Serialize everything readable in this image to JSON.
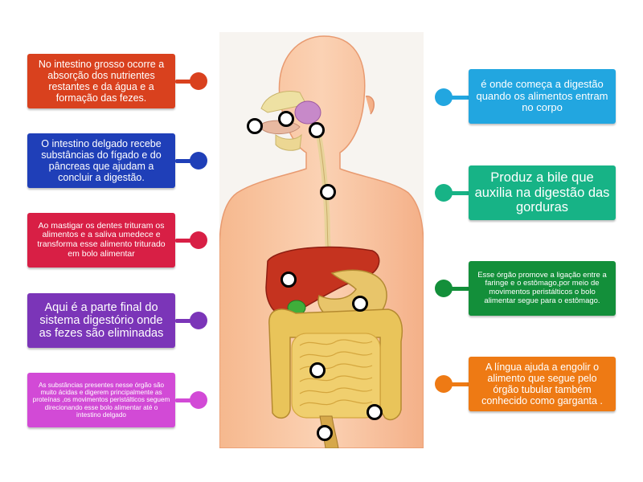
{
  "colors": {
    "red_orange": "#d9411e",
    "blue_dark": "#1f3fb8",
    "crimson": "#d81f45",
    "purple": "#7b35b8",
    "pink": "#d24ad6",
    "light_blue": "#22a6e0",
    "teal": "#17b386",
    "green": "#138f3a",
    "orange": "#ee7a14",
    "background": "#ffffff"
  },
  "labels": {
    "left": [
      {
        "text": "No intestino grosso ocorre a absorção dos nutrientes restantes e da água e a formação das fezes.",
        "color": "red_orange"
      },
      {
        "text": "O intestino delgado recebe substâncias do fígado e do pâncreas que ajudam a concluir a digestão.",
        "color": "blue_dark"
      },
      {
        "text": "Ao mastigar os dentes trituram os alimentos e a saliva umedece e transforma esse alimento triturado em bolo alimentar",
        "color": "crimson"
      },
      {
        "text": "Aqui é a parte final do sistema digestório onde as fezes são eliminadas",
        "color": "purple"
      },
      {
        "text": "As substâncias presentes nesse órgão são muito ácidas e digerem principalmente as proteínas ,os movimentos peristálticos seguem direcionando esse bolo alimentar até o intestino delgado",
        "color": "pink"
      }
    ],
    "right": [
      {
        "text": "é onde começa a digestão quando os alimentos entram no corpo",
        "color": "light_blue"
      },
      {
        "text": "Produz a bile que auxilia na digestão das gorduras",
        "color": "teal"
      },
      {
        "text": "Esse órgão promove a ligação entre a faringe e o estômago,por meio de movimentos peristálticos o bolo alimentar segue para o estômago.",
        "color": "green"
      },
      {
        "text": "A língua ajuda a engolir o alimento que segue pelo órgão tubular também conhecido como garganta .",
        "color": "orange"
      }
    ]
  },
  "hotspots": [
    "mouth",
    "salivary-gland",
    "pharynx",
    "esophagus",
    "liver",
    "stomach",
    "small-intestine",
    "large-intestine",
    "rectum"
  ]
}
